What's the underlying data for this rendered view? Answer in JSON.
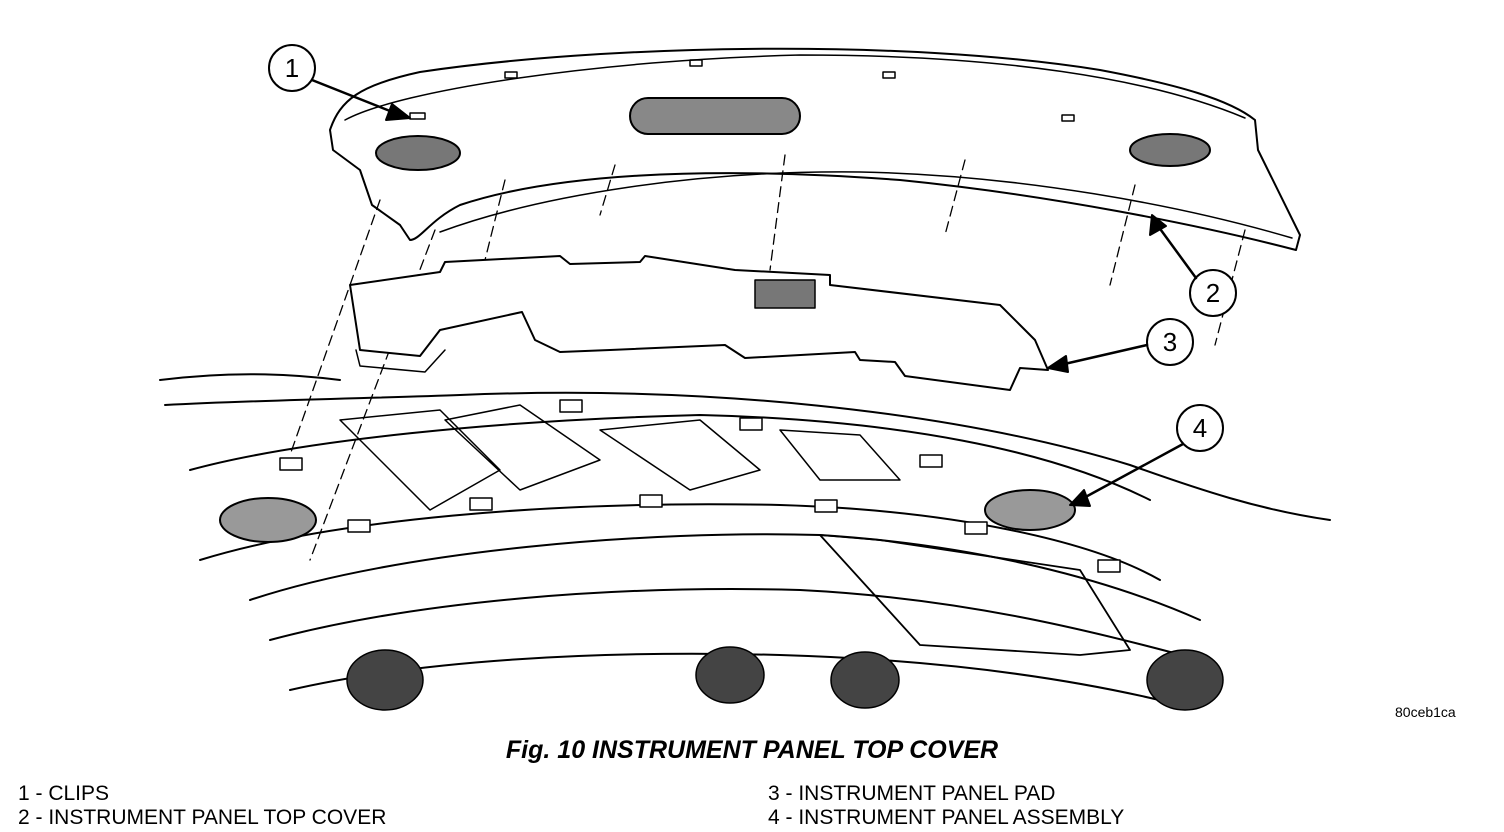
{
  "figure": {
    "callouts": [
      "1",
      "2",
      "3",
      "4"
    ],
    "image_code": "80ceb1ca",
    "caption": "Fig. 10 INSTRUMENT PANEL TOP COVER"
  },
  "legend": [
    "1 - CLIPS",
    "2 - INSTRUMENT PANEL TOP COVER",
    "3 - INSTRUMENT PANEL PAD",
    "4 - INSTRUMENT PANEL ASSEMBLY"
  ]
}
